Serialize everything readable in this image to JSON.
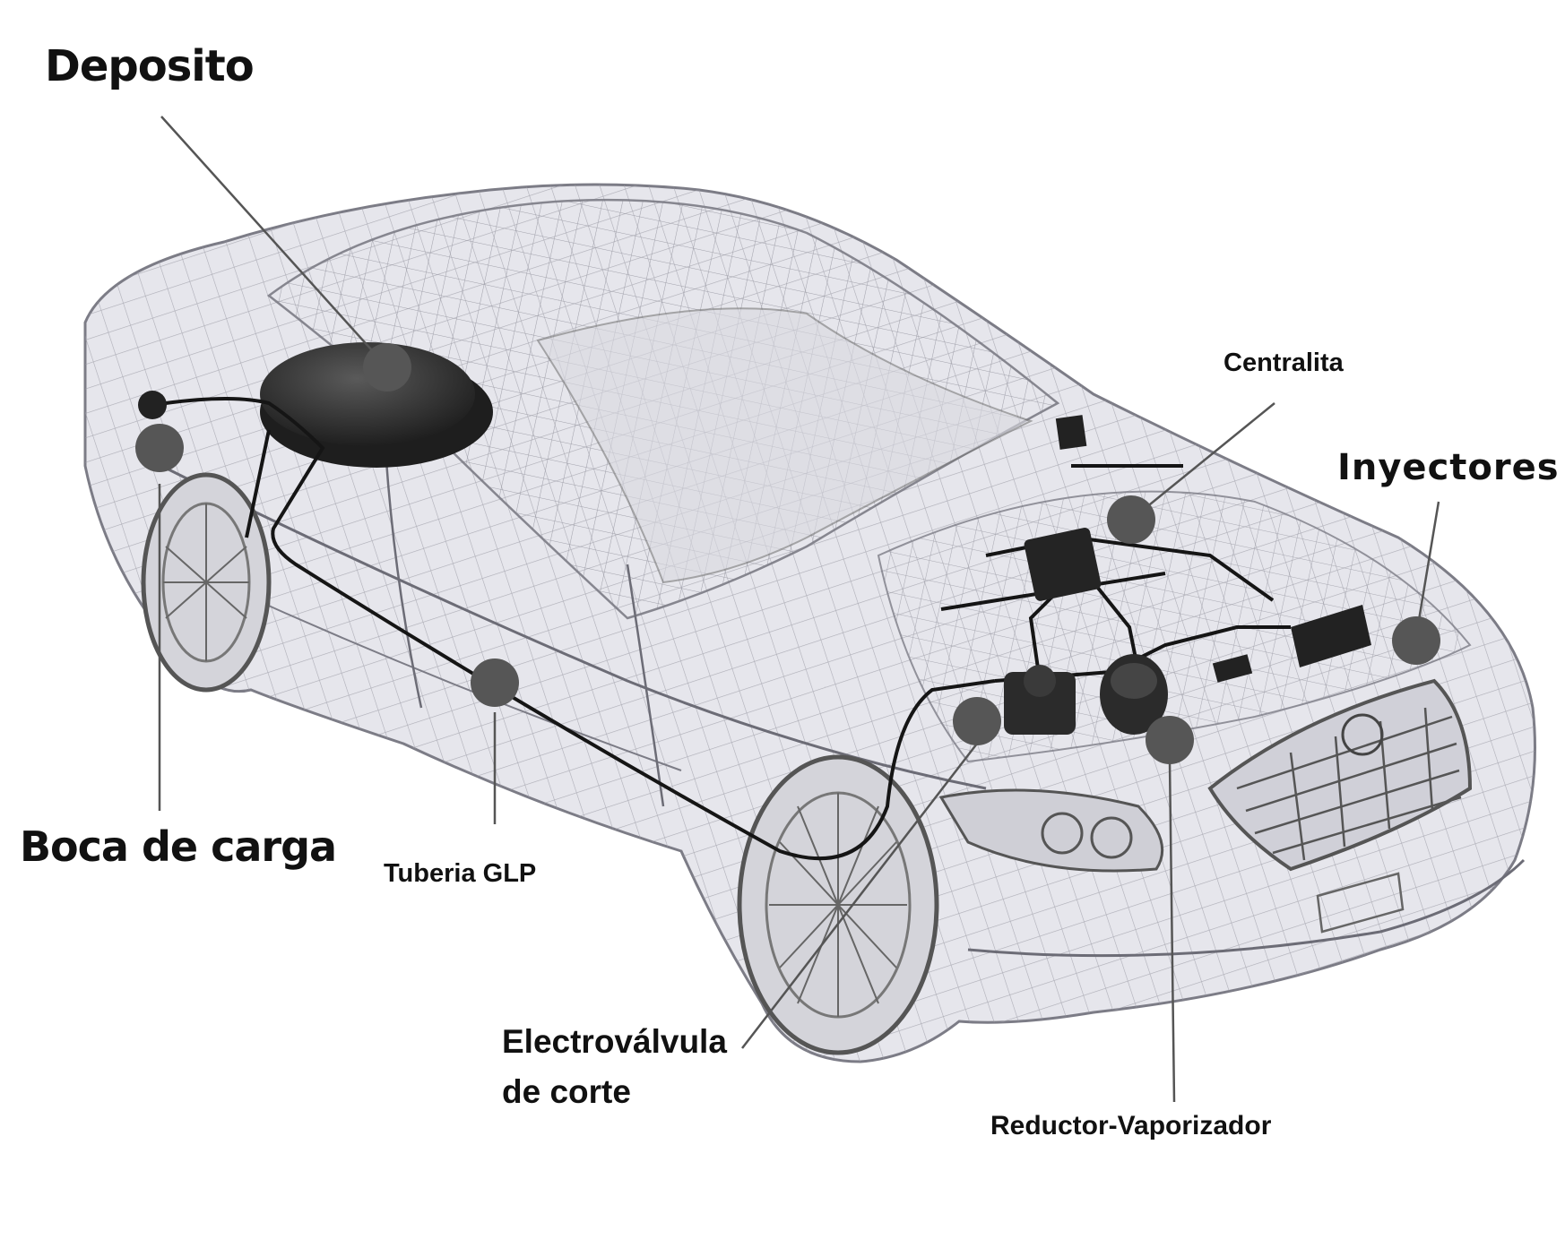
{
  "labels": {
    "deposito": "Deposito",
    "boca_de_carga": "Boca de carga",
    "tuberia_glp": "Tuberia GLP",
    "electrovalvula_line1": "Electroválvula",
    "electrovalvula_line2": "de corte",
    "reductor_vaporizador": "Reductor-Vaporizador",
    "centralita": "Centralita",
    "inyectores": "Inyectores"
  },
  "colors": {
    "background": "#ffffff",
    "wireframe": "#8f8f99",
    "body_fill": "#e3e3e8",
    "component": "#2a2a2a",
    "marker": "#555555",
    "leader_line": "#555555",
    "text": "#111111"
  }
}
